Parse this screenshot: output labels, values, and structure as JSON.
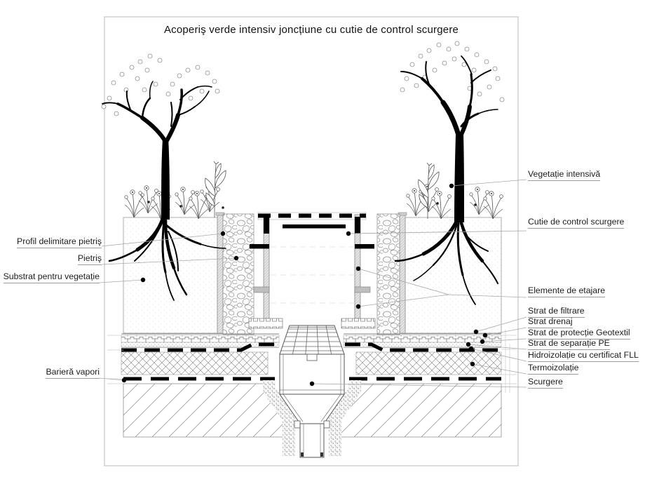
{
  "title": "Acoperiş verde intensiv joncțiune cu cutie de control scurgere",
  "labels": {
    "left": [
      {
        "text": "Profil delimitare pietriş"
      },
      {
        "text": "Pietriş"
      },
      {
        "text": "Substrat pentru vegetație"
      },
      {
        "text": "Barieră vapori"
      }
    ],
    "right": [
      {
        "text": "Vegetație intensivă"
      },
      {
        "text": "Cutie de control scurgere"
      },
      {
        "text": "Elemente de etajare"
      },
      {
        "text": "Strat de filtrare"
      },
      {
        "text": "Strat drenaj"
      },
      {
        "text": "Strat de protecție Geotextil"
      },
      {
        "text": "Strat de separație PE"
      },
      {
        "text": "Hidroizolație cu certificat FLL"
      },
      {
        "text": "Termoizolație"
      },
      {
        "text": "Scurgere"
      }
    ]
  },
  "colors": {
    "ink": "#111111",
    "leader": "#aaaaaa",
    "hatch": "#888888",
    "black": "#000000"
  }
}
